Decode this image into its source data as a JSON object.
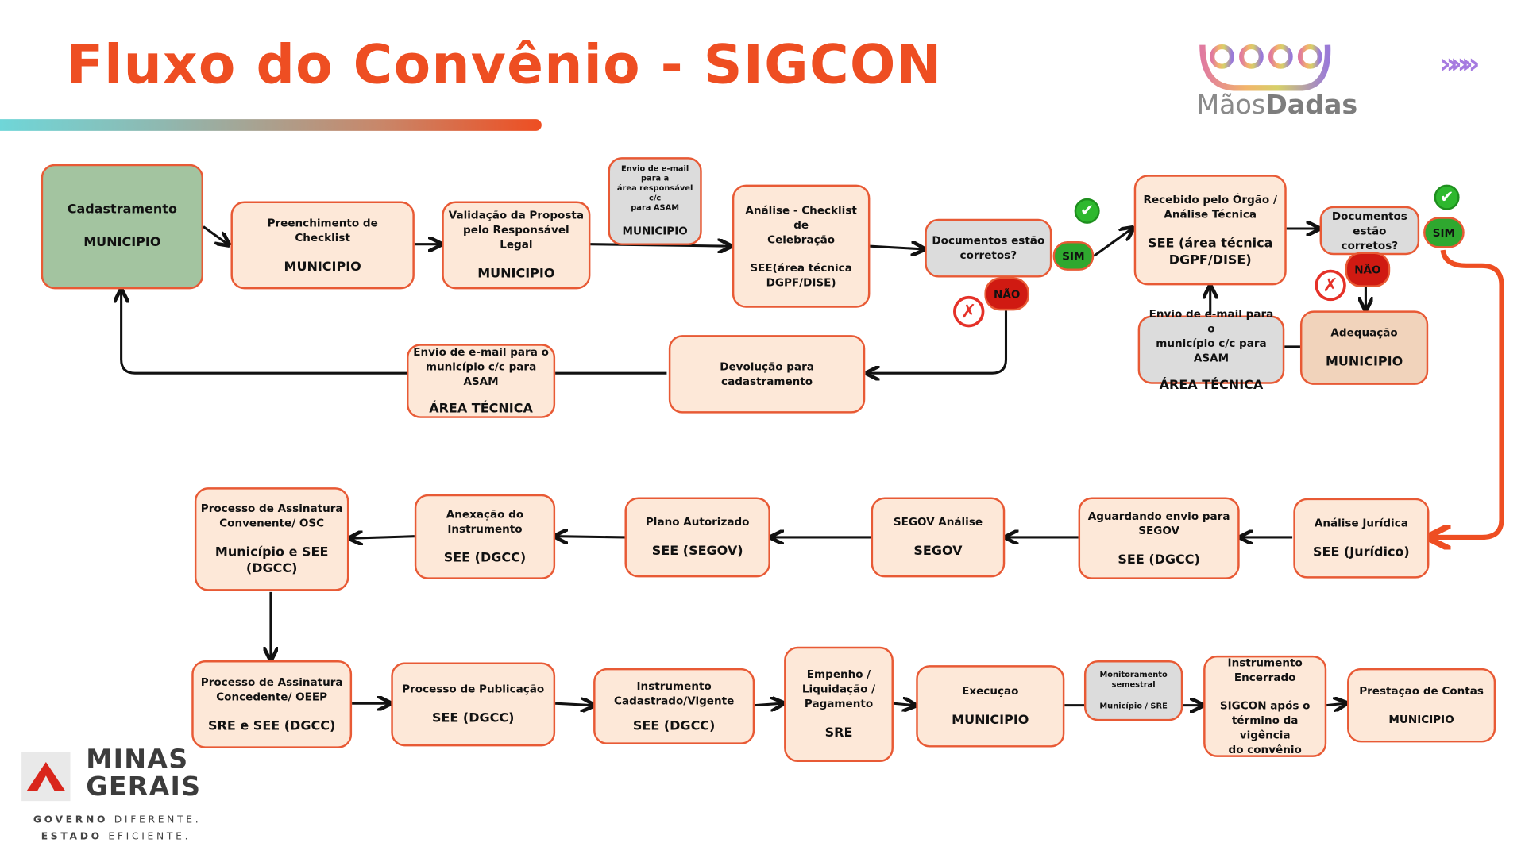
{
  "header": {
    "title": "Fluxo do Convênio - SIGCON",
    "chevrons": "»»»"
  },
  "brand": {
    "maos_part1": "Mãos",
    "maos_part2": "Dadas",
    "state_name": "MINAS\nGERAIS",
    "tagline1_bold": "GOVERNO",
    "tagline1_rest": " DIFERENTE.",
    "tagline2_bold": "ESTADO",
    "tagline2_rest": " EFICIENTE."
  },
  "flow": {
    "cadastramento": {
      "label": "Cadastramento",
      "owner": "MUNICIPIO"
    },
    "preenchimento": {
      "label": "Preenchimento de\nChecklist",
      "owner": "MUNICIPIO"
    },
    "validacao": {
      "label": "Validação da Proposta\npelo Responsável Legal",
      "owner": "MUNICIPIO"
    },
    "envio_asam": {
      "label": "Envio de e-mail para a\nárea responsável c/c\npara ASAM",
      "owner": "MUNICIPIO"
    },
    "analise_checklist": {
      "label": "Análise - Checklist de\nCelebração",
      "owner": "SEE(área técnica\nDGPF/DISE)"
    },
    "documentos1": {
      "label": "Documentos estão\ncorretos?"
    },
    "recebido": {
      "label": "Recebido pelo Órgão /\nAnálise Técnica",
      "owner": "SEE (área técnica\nDGPF/DISE)"
    },
    "documentos2": {
      "label": "Documentos\nestão corretos?"
    },
    "adequacao": {
      "label": "Adequação",
      "owner": "MUNICIPIO"
    },
    "envio_municipio2": {
      "label": "Envio de e-mail para o\nmunicípio c/c para ASAM",
      "owner": "ÁREA TÉCNICA"
    },
    "devolucao": {
      "label": "Devolução para cadastramento"
    },
    "envio_municipio1": {
      "label": "Envio de e-mail para o\nmunicípio c/c para ASAM",
      "owner": "ÁREA TÉCNICA"
    },
    "analise_juridica": {
      "label": "Análise Jurídica",
      "owner": "SEE (Jurídico)"
    },
    "aguardando": {
      "label": "Aguardando envio para\nSEGOV",
      "owner": "SEE (DGCC)"
    },
    "segov": {
      "label": "SEGOV Análise",
      "owner": "SEGOV"
    },
    "plano": {
      "label": "Plano Autorizado",
      "owner": "SEE (SEGOV)"
    },
    "anexacao": {
      "label": "Anexação do\nInstrumento",
      "owner": "SEE (DGCC)"
    },
    "assinatura_convenente": {
      "label": "Processo de Assinatura\nConvenente/ OSC",
      "owner": "Município e SEE (DGCC)"
    },
    "assinatura_concedente": {
      "label": "Processo de Assinatura\nConcedente/ OEEP",
      "owner": "SRE e SEE (DGCC)"
    },
    "publicacao": {
      "label": "Processo de Publicação",
      "owner": "SEE (DGCC)"
    },
    "instrumento_cadastrado": {
      "label": "Instrumento\nCadastrado/Vigente",
      "owner": "SEE (DGCC)"
    },
    "empenho": {
      "label": "Empenho /\nLiquidação /\nPagamento",
      "owner": "SRE"
    },
    "execucao": {
      "label": "Execução",
      "owner": "MUNICIPIO"
    },
    "monitoramento": {
      "label": "Monitoramento\nsemestral",
      "owner": "Município / SRE"
    },
    "encerrado": {
      "label": "Instrumento\nEncerrado",
      "owner": "SIGCON após o\ntérmino da vigência\ndo convênio"
    },
    "prestacao": {
      "label": "Prestação de Contas",
      "owner": "MUNICIPIO"
    },
    "sim_label": "SIM",
    "nao_label": "NÃO"
  },
  "icons": {
    "check": "check-circle-icon",
    "cross": "x-circle-icon",
    "arrow": "chevron-right-icon",
    "logo": "hands-logo-icon",
    "emblem": "triangle-emblem-icon"
  },
  "colors": {
    "title": "#ee4e22",
    "node_fill": "#fde8d8",
    "node_border": "#e85a35",
    "start_fill": "#a3c4a0",
    "decision_fill": "#dcdcdc",
    "sim": "#2fa82f",
    "nao": "#d01a12",
    "long_arrow": "#ee4e22"
  }
}
